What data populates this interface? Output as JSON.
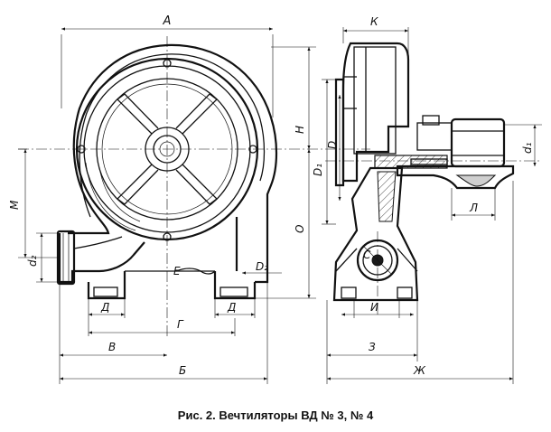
{
  "caption": "Рис. 2. Вечтиляторы ВД № 3, № 4",
  "dimension_labels": {
    "A": "А",
    "B": "Б",
    "V": "В",
    "G": "Г",
    "D_left": "Д",
    "D_right": "Д",
    "E": "Е",
    "D2": "D₂",
    "d2": "d₂",
    "M": "М",
    "H": "Н",
    "O": "О",
    "K": "К",
    "D1": "D₁",
    "D": "D",
    "d1": "d₁",
    "L": "Л",
    "I": "И",
    "Z": "З",
    "Zh": "Ж",
    "C": "С"
  }
}
